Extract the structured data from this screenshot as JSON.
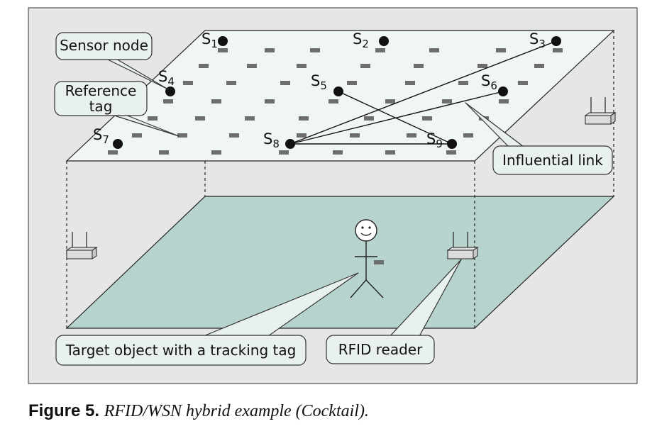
{
  "colors": {
    "background": "#e6e6e6",
    "sensor_plane": "#f0f6f4",
    "floor_plane": "#b7d3ce",
    "callout_fill": "#e9f1ee",
    "tag": "#6e6e6e",
    "node": "#111111"
  },
  "callouts": {
    "sensor_node": "Sensor node",
    "reference_tag_line1": "Reference",
    "reference_tag_line2": "tag",
    "influential_link": "Influential link",
    "target_object": "Target object with a tracking tag",
    "rfid_reader": "RFID reader"
  },
  "nodes": [
    {
      "base": "S",
      "sub": "1"
    },
    {
      "base": "S",
      "sub": "2"
    },
    {
      "base": "S",
      "sub": "3"
    },
    {
      "base": "S",
      "sub": "4"
    },
    {
      "base": "S",
      "sub": "5"
    },
    {
      "base": "S",
      "sub": "6"
    },
    {
      "base": "S",
      "sub": "7"
    },
    {
      "base": "S",
      "sub": "8"
    },
    {
      "base": "S",
      "sub": "9"
    }
  ],
  "links": [
    [
      "S8",
      "S3"
    ],
    [
      "S8",
      "S6"
    ],
    [
      "S8",
      "S9"
    ],
    [
      "S5",
      "S9"
    ]
  ],
  "person_icon": "stick-figure-icon",
  "reader_icon": "rfid-reader-icon",
  "caption": {
    "label": "Figure 5.",
    "text": "RFID/WSN hybrid example (Cocktail)."
  }
}
